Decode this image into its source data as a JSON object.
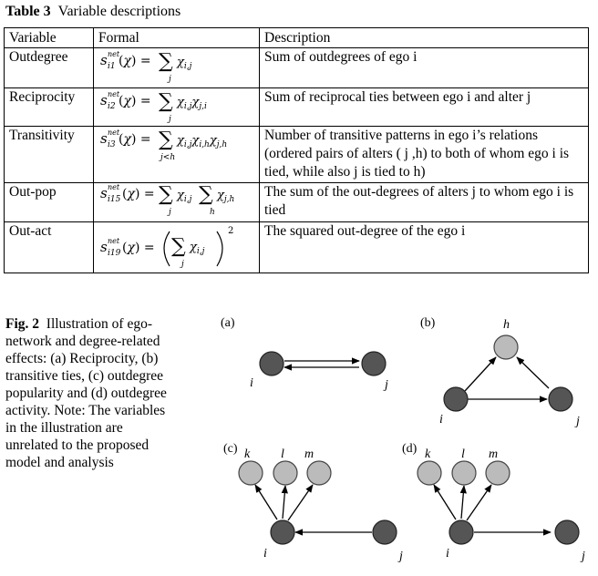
{
  "table": {
    "label": "Table 3",
    "title": "Variable descriptions",
    "headers": [
      "Variable",
      "Formal",
      "Description"
    ],
    "rows": [
      {
        "variable": "Outdegree",
        "formula_name": "outdegree-formula",
        "description": "Sum of outdegrees of ego i"
      },
      {
        "variable": "Reciprocity",
        "formula_name": "reciprocity-formula",
        "description": "Sum of reciprocal ties between ego i and alter j"
      },
      {
        "variable": "Transitivity",
        "formula_name": "transitivity-formula",
        "description": "Number of transitive patterns in ego i’s relations (ordered pairs of alters ( j ,h) to both of whom ego i is tied, while also j is tied to h)"
      },
      {
        "variable": "Out-pop",
        "formula_name": "outpop-formula",
        "description": "The sum of the out-degrees of alters j to whom ego i is tied"
      },
      {
        "variable": "Out-act",
        "formula_name": "outact-formula",
        "description": "The squared out-degree of the ego i"
      }
    ],
    "formulas": {
      "s1": "s_i1^net(x) = ∑_j x_i,j",
      "s2": "s_i2^net(x) = ∑_j x_i,j x_j,i",
      "s3": "s_i3^net(x) = ∑_j<h x_i,j x_i,h x_j,h",
      "s15": "s_i15^net(x) = ∑_j x_i,j ∑_h x_j,h",
      "s19": "s_i19^net(x) = (∑_j x_i,j)^2"
    }
  },
  "figure": {
    "label": "Fig. 2",
    "caption": "Illustration of ego-network and degree-related effects: (a) Reciprocity, (b) transitive ties, (c) outdegree popularity and (d) outdegree activity. Note: The variables in the illustration are unrelated to the proposed model and analysis",
    "panels": [
      "(a)",
      "(b)",
      "(c)",
      "(d)"
    ],
    "node_labels": {
      "i": "i",
      "j": "j",
      "h": "h",
      "k": "k",
      "l": "l",
      "m": "m"
    },
    "colors": {
      "dark_node": "#555555",
      "light_node": "#bbbbbb"
    }
  }
}
